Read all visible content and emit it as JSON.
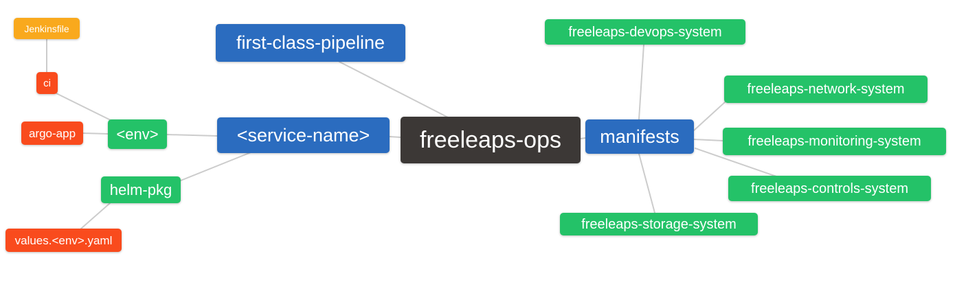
{
  "diagram": {
    "kind": "mind-map",
    "root_label": "freeleaps-ops"
  },
  "colors": {
    "green": "#24c268",
    "blue": "#2b6cbf",
    "dark": "#3c3836",
    "red": "#f94b1d",
    "orange": "#f9a91d",
    "line": "#cccccc"
  },
  "nodes": [
    {
      "id": "jenkinsfile",
      "label": "Jenkinsfile",
      "type": "orange"
    },
    {
      "id": "ci",
      "label": "ci",
      "type": "red"
    },
    {
      "id": "argo-app",
      "label": "argo-app",
      "type": "red"
    },
    {
      "id": "env",
      "label": "<env>",
      "type": "green"
    },
    {
      "id": "helm-pkg",
      "label": "helm-pkg",
      "type": "green"
    },
    {
      "id": "values-env-yaml",
      "label": "values.<env>.yaml",
      "type": "red"
    },
    {
      "id": "first-class-pipeline",
      "label": "first-class-pipeline",
      "type": "blue"
    },
    {
      "id": "service-name",
      "label": "<service-name>",
      "type": "blue"
    },
    {
      "id": "freeleaps-ops",
      "label": "freeleaps-ops",
      "type": "dark"
    },
    {
      "id": "manifests",
      "label": "manifests",
      "type": "blue"
    },
    {
      "id": "freeleaps-devops-system",
      "label": "freeleaps-devops-system",
      "type": "green"
    },
    {
      "id": "freeleaps-network-system",
      "label": "freeleaps-network-system",
      "type": "green"
    },
    {
      "id": "freeleaps-monitoring-system",
      "label": "freeleaps-monitoring-system",
      "type": "green"
    },
    {
      "id": "freeleaps-controls-system",
      "label": "freeleaps-controls-system",
      "type": "green"
    },
    {
      "id": "freeleaps-storage-system",
      "label": "freeleaps-storage-system",
      "type": "green"
    }
  ],
  "edges": [
    {
      "from": "jenkinsfile",
      "to": "ci"
    },
    {
      "from": "ci",
      "to": "env"
    },
    {
      "from": "argo-app",
      "to": "env"
    },
    {
      "from": "env",
      "to": "service-name"
    },
    {
      "from": "helm-pkg",
      "to": "service-name"
    },
    {
      "from": "values-env-yaml",
      "to": "helm-pkg"
    },
    {
      "from": "first-class-pipeline",
      "to": "freeleaps-ops"
    },
    {
      "from": "service-name",
      "to": "freeleaps-ops"
    },
    {
      "from": "freeleaps-ops",
      "to": "manifests"
    },
    {
      "from": "manifests",
      "to": "freeleaps-devops-system"
    },
    {
      "from": "manifests",
      "to": "freeleaps-network-system"
    },
    {
      "from": "manifests",
      "to": "freeleaps-monitoring-system"
    },
    {
      "from": "manifests",
      "to": "freeleaps-controls-system"
    },
    {
      "from": "manifests",
      "to": "freeleaps-storage-system"
    }
  ]
}
